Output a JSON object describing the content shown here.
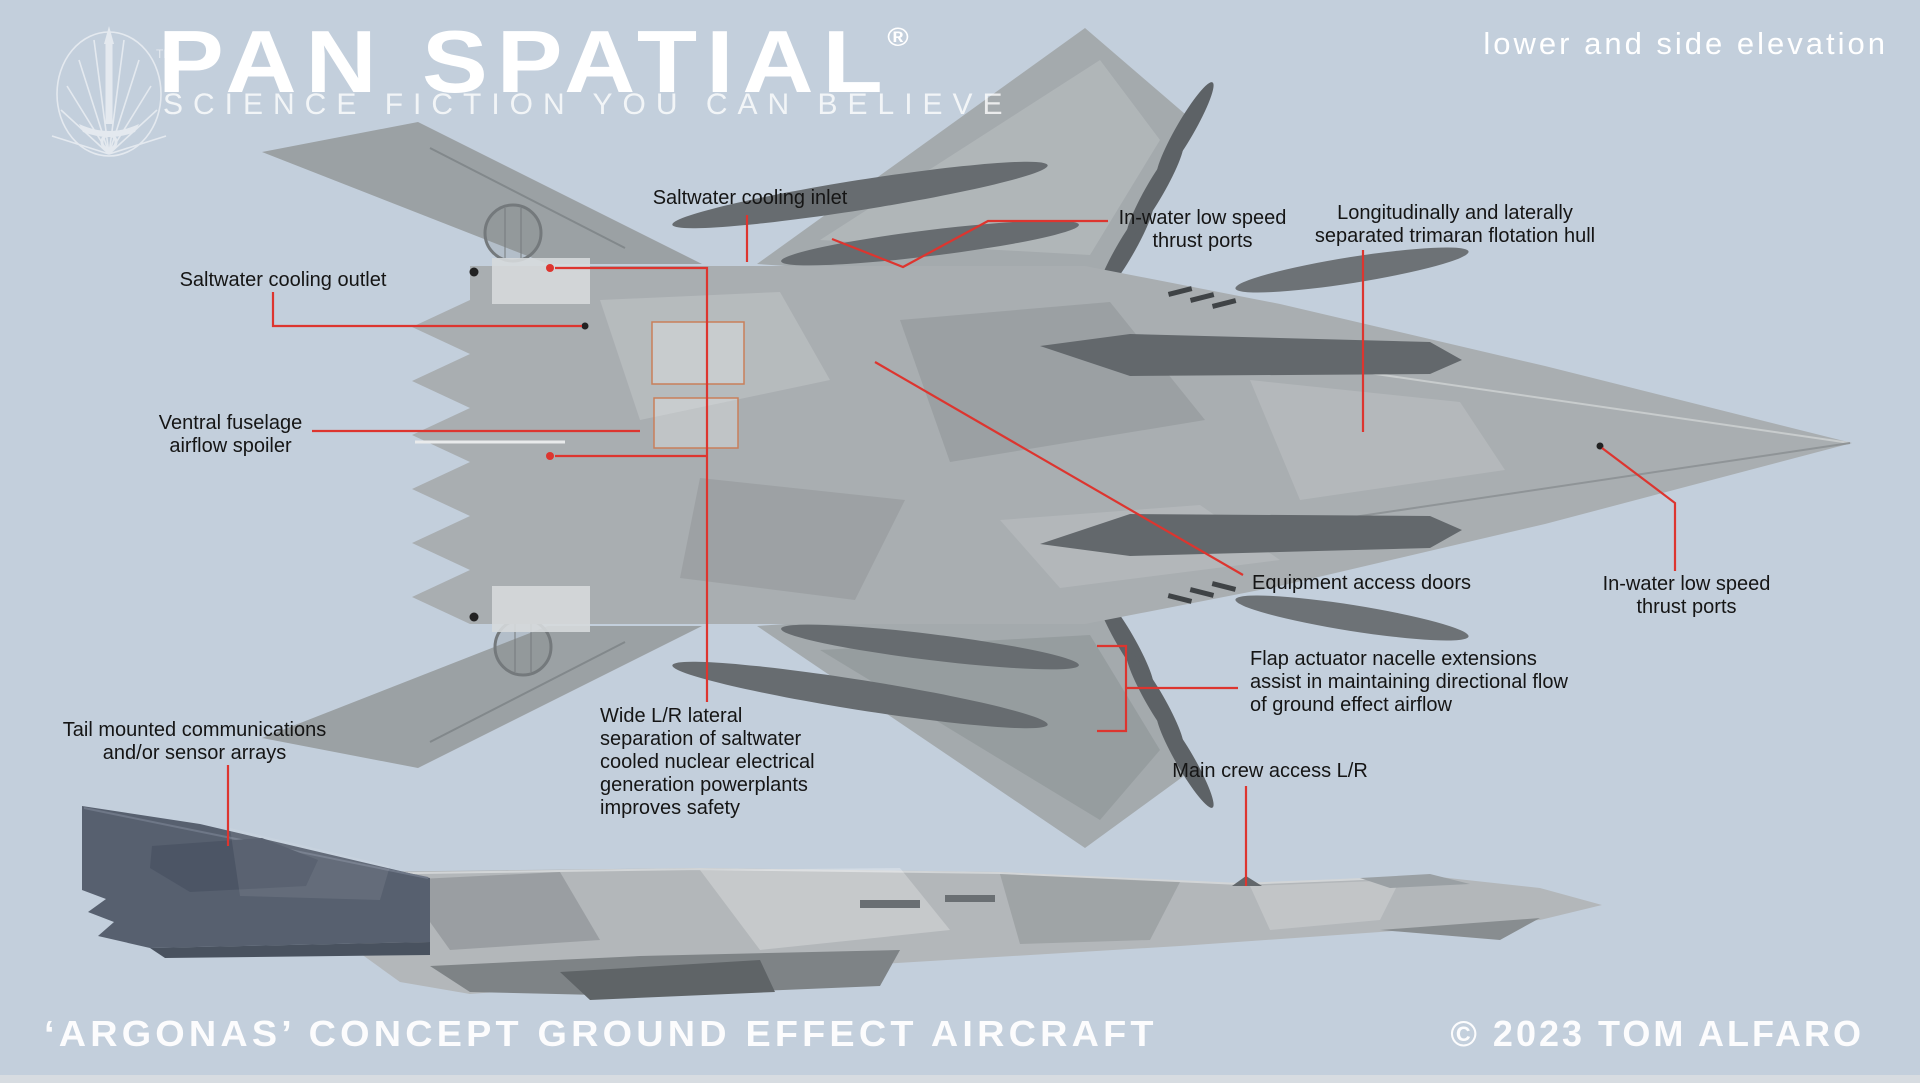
{
  "meta": {
    "colors": {
      "bg": "#c3cfdc",
      "accent_red": "#dd352f",
      "label": "#151515",
      "white": "#ffffff",
      "footer_strip": "#d7dce1",
      "tail_dark": "#57606f",
      "hull_gray": "#b3b7ba",
      "fuselage_gray": "#a9aeb1",
      "wing_gray": "#b6babd",
      "pod_gray": "#6d7276"
    }
  },
  "header": {
    "logo_icon": "pan-spatial-emblem",
    "trademark_mark": "TM",
    "brand": "PAN SPATIAL",
    "registered_mark": "®",
    "tagline": "SCIENCE FICTION YOU CAN BELIEVE",
    "view_label": "lower and side elevation"
  },
  "footer": {
    "title": "‘ARGONAS’ CONCEPT GROUND EFFECT AIRCRAFT",
    "credit": "© 2023 TOM ALFARO"
  },
  "annotations": [
    {
      "id": "saltwater-cooling-inlet",
      "lines": [
        "Saltwater cooling inlet"
      ]
    },
    {
      "id": "in-water-thrust-ports-top",
      "lines": [
        "In-water low speed",
        "thrust ports"
      ]
    },
    {
      "id": "trimaran-flotation-hull",
      "lines": [
        "Longitudinally and laterally",
        "separated trimaran flotation hull"
      ]
    },
    {
      "id": "saltwater-cooling-outlet",
      "lines": [
        "Saltwater cooling outlet"
      ]
    },
    {
      "id": "ventral-airflow-spoiler",
      "lines": [
        "Ventral fuselage",
        "airflow spoiler"
      ]
    },
    {
      "id": "equipment-access-doors",
      "lines": [
        "Equipment access doors"
      ]
    },
    {
      "id": "in-water-thrust-ports-right",
      "lines": [
        "In-water low speed",
        "thrust ports"
      ]
    },
    {
      "id": "flap-actuator-nacelles",
      "lines": [
        "Flap actuator nacelle extensions",
        "assist in maintaining directional flow",
        "of ground effect airflow"
      ]
    },
    {
      "id": "powerplant-separation",
      "lines": [
        "Wide L/R lateral",
        "separation of saltwater",
        "cooled nuclear electrical",
        "generation powerplants",
        "improves safety"
      ]
    },
    {
      "id": "tail-sensor-arrays",
      "lines": [
        "Tail mounted communications",
        "and/or sensor arrays"
      ]
    },
    {
      "id": "main-crew-access",
      "lines": [
        "Main crew access L/R"
      ]
    }
  ]
}
